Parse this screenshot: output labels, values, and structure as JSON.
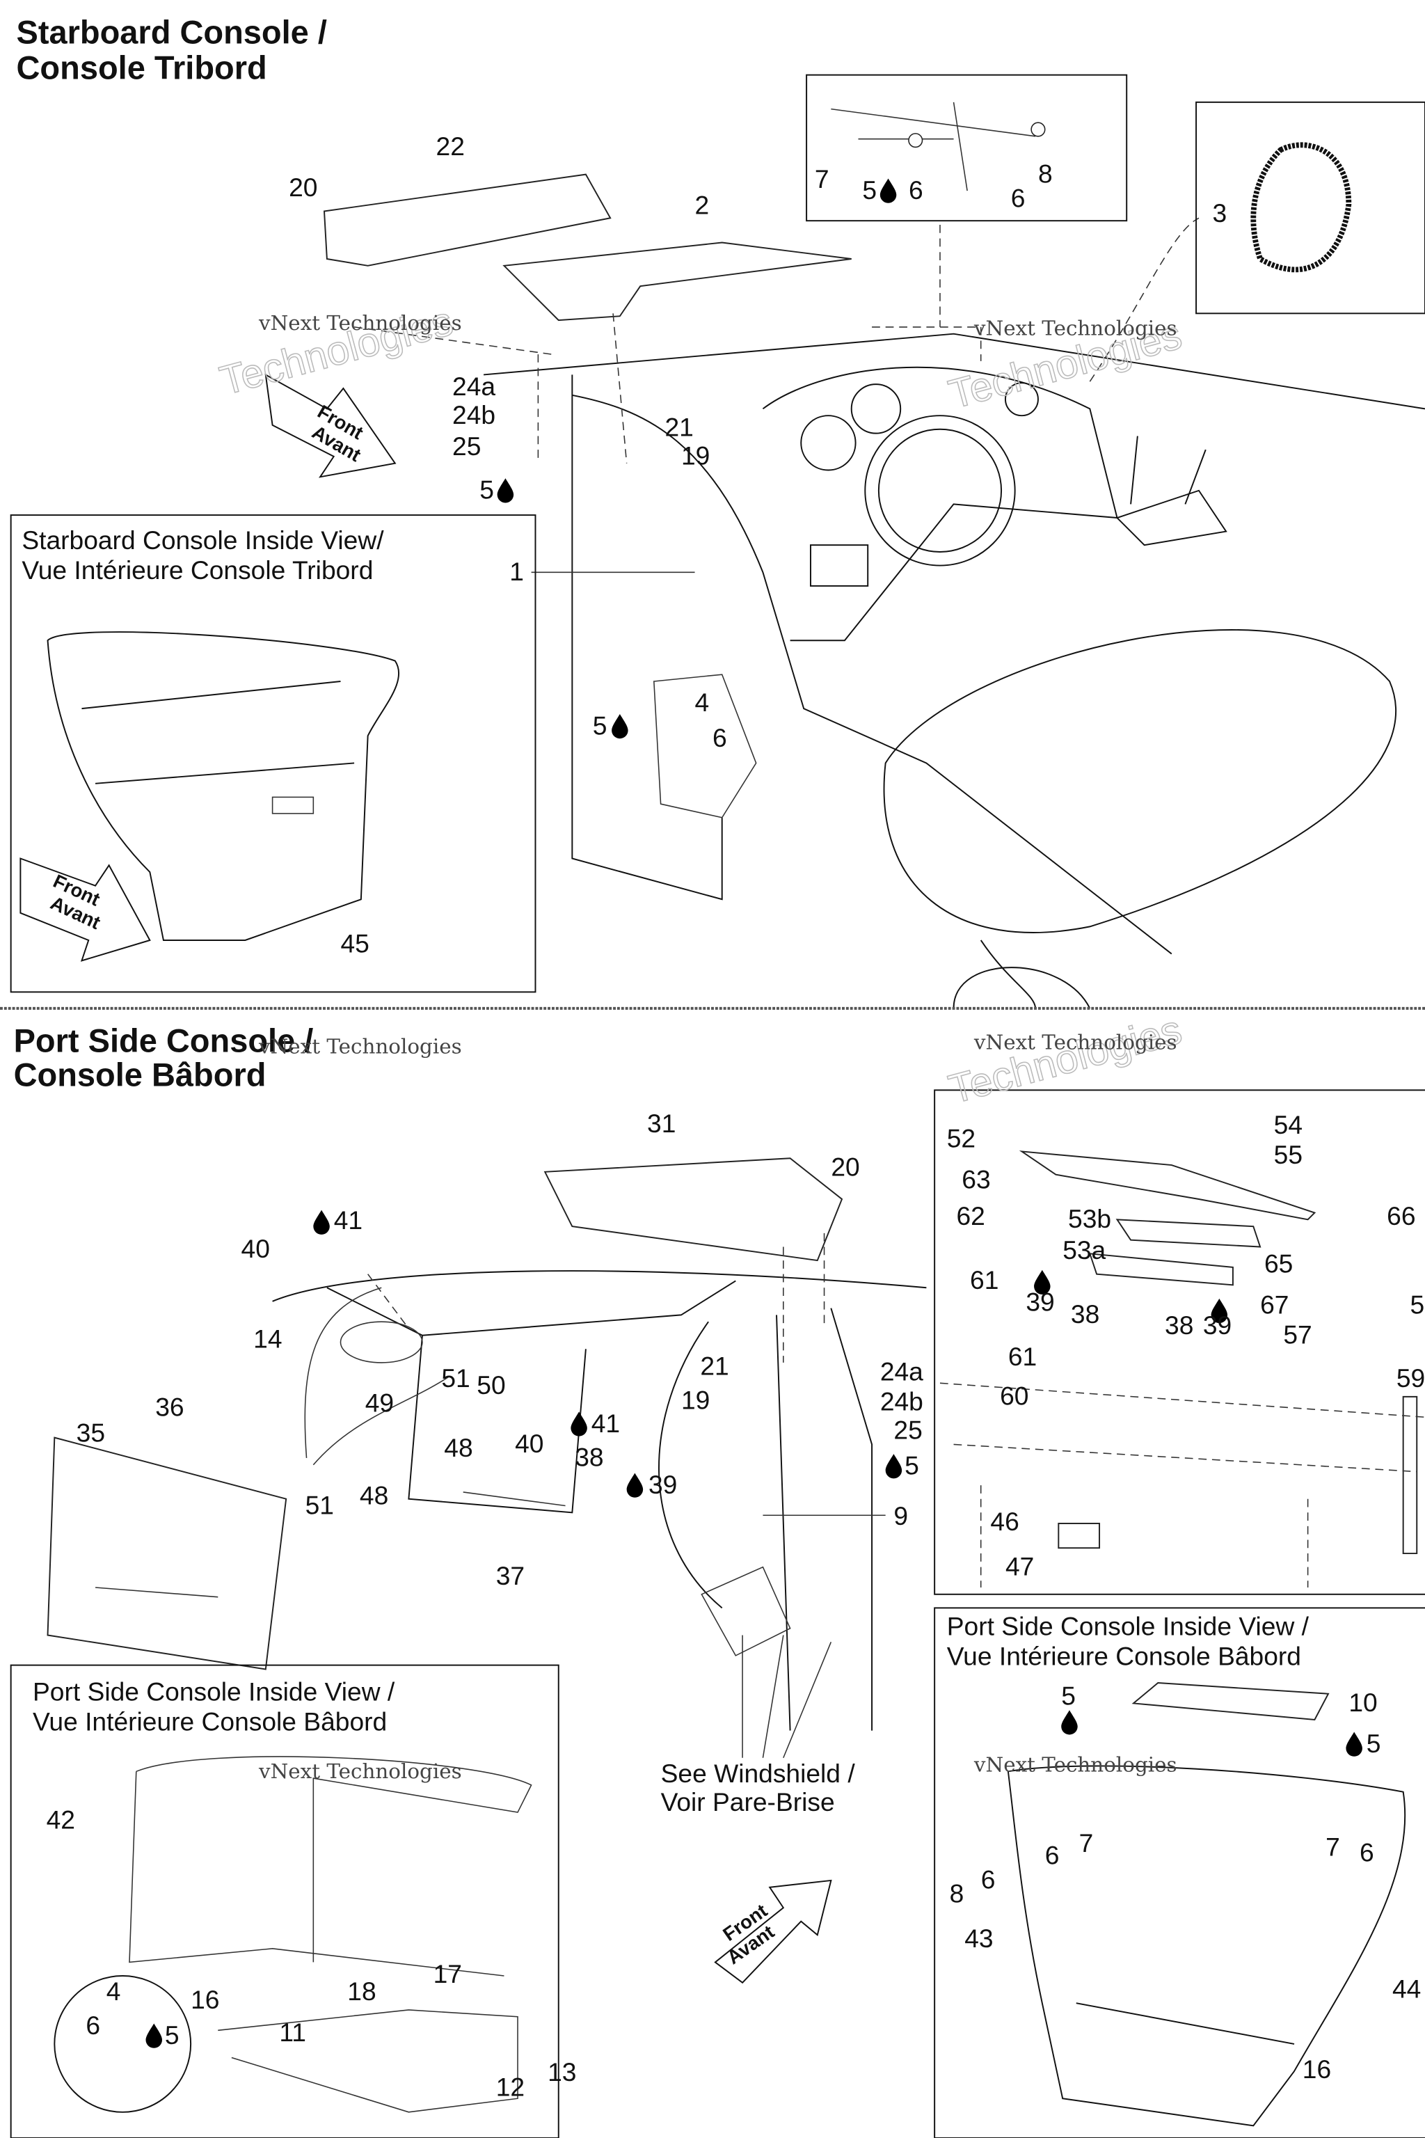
{
  "starboard": {
    "title_line1": "Starboard Console /",
    "title_line2": "Console Tribord",
    "callouts": [
      "22",
      "20",
      "2",
      "7",
      "5",
      "6",
      "6",
      "8",
      "3",
      "24a",
      "24b",
      "25",
      "5",
      "21",
      "19",
      "1",
      "4",
      "5",
      "6"
    ],
    "inset": {
      "title_line1": "Starboard Console Inside View/",
      "title_line2": "Vue Intérieure Console Tribord",
      "callouts": [
        "45"
      ]
    }
  },
  "port": {
    "title_line1": "Port Side Console /",
    "title_line2": "Console Bâbord",
    "callouts": [
      "31",
      "20",
      "41",
      "40",
      "14",
      "36",
      "35",
      "51",
      "50",
      "49",
      "48",
      "40",
      "41",
      "38",
      "39",
      "51",
      "48",
      "37",
      "21",
      "19",
      "24a",
      "24b",
      "25",
      "5",
      "9"
    ],
    "windshield_note": [
      "See Windshield /",
      "Voir Pare-Brise"
    ],
    "detail_box": {
      "callouts": [
        "52",
        "54",
        "55",
        "63",
        "62",
        "53b",
        "53a",
        "61",
        "39",
        "38",
        "38",
        "39",
        "66",
        "65",
        "67",
        "57",
        "5",
        "59",
        "61",
        "60",
        "46",
        "47"
      ]
    },
    "inside_left": {
      "title_line1": "Port Side Console Inside View /",
      "title_line2": "Vue Intérieure Console Bâbord",
      "callouts": [
        "42",
        "4",
        "6",
        "5",
        "16",
        "18",
        "17",
        "11",
        "13",
        "12"
      ]
    },
    "inside_right": {
      "title_line1": "Port Side Console Inside View /",
      "title_line2": "Vue Intérieure Console Bâbord",
      "callouts": [
        "5",
        "10",
        "5",
        "7",
        "6",
        "8",
        "6",
        "6",
        "7",
        "43",
        "44",
        "16"
      ]
    }
  },
  "front_arrow": {
    "line1": "Front",
    "line2": "Avant"
  },
  "watermark": {
    "line1": "vNext Technologies",
    "line2": "vNext",
    "line3": "Technologies"
  }
}
